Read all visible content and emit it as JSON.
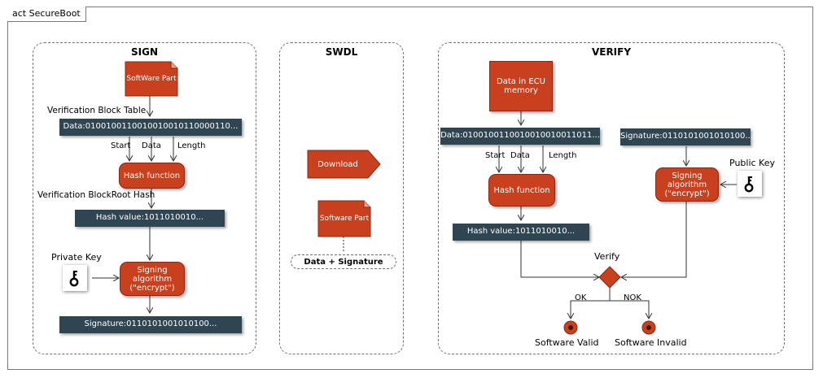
{
  "frame_title": "act SecureBoot",
  "sign": {
    "title": "SIGN",
    "software_part": "SoftWare Part",
    "vbt_label": "Verification Block Table",
    "data_bar": "Data:0100100110010010010110000110...",
    "start": "Start",
    "data": "Data",
    "length": "Length",
    "hash_function": "Hash function",
    "root_hash_label": "Verification BlockRoot Hash",
    "hash_value": "Hash value:1011010010...",
    "private_key": "Private Key",
    "signing_line1": "Signing",
    "signing_line2": "algorithm",
    "signing_line3": "(\"encrypt\")",
    "signature": "Signature:0110101001010100..."
  },
  "swdl": {
    "title": "SWDL",
    "download": "Download",
    "software_part": "Software Part",
    "data_signature": "Data + Signature"
  },
  "verify": {
    "title": "VERIFY",
    "data_ecu_line1": "Data in ECU",
    "data_ecu_line2": "memory",
    "data_bar": "Data:0100100110010010010011011...",
    "signature_bar": "Signature:0110101001010100...",
    "start": "Start",
    "data": "Data",
    "length": "Length",
    "hash_function": "Hash function",
    "public_key": "Public Key",
    "signing_line1": "Signing",
    "signing_line2": "algorithm",
    "signing_line3": "(\"encrypt\")",
    "hash_value": "Hash value:1011010010...",
    "verify_label": "Verify",
    "ok": "OK",
    "nok": "NOK",
    "valid": "Software Valid",
    "invalid": "Software Invalid"
  },
  "colors": {
    "action": "#c8401e",
    "databar": "#2f4552"
  }
}
